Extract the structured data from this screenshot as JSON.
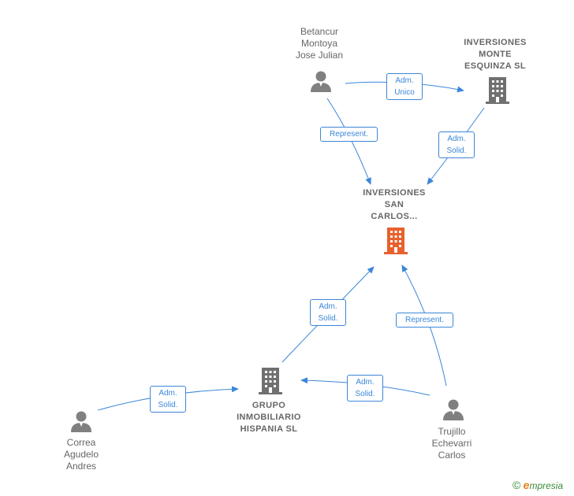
{
  "colors": {
    "edge": "#3b87d9",
    "person_icon": "#808080",
    "company_icon": "#707070",
    "focus_company_icon": "#e8602c",
    "label_text": "#666666"
  },
  "nodes": {
    "betancur": {
      "type": "person",
      "lines": [
        "Betancur",
        "Montoya",
        "Jose Julian"
      ]
    },
    "monte_esquinza": {
      "type": "company",
      "lines": [
        "INVERSIONES",
        "MONTE",
        "ESQUINZA  SL"
      ]
    },
    "san_carlos": {
      "type": "company-focus",
      "lines": [
        "INVERSIONES",
        "SAN",
        "CARLOS..."
      ]
    },
    "grupo": {
      "type": "company",
      "lines": [
        "GRUPO",
        "INMOBILIARIO",
        "HISPANIA  SL"
      ]
    },
    "correa": {
      "type": "person",
      "lines": [
        "Correa",
        "Agudelo",
        "Andres"
      ]
    },
    "trujillo": {
      "type": "person",
      "lines": [
        "Trujillo",
        "Echevarri",
        "Carlos"
      ]
    }
  },
  "edges": {
    "betancur_monte": {
      "lines": [
        "Adm.",
        "Unico"
      ]
    },
    "betancur_sancarlos": {
      "lines": [
        "Represent."
      ]
    },
    "monte_sancarlos": {
      "lines": [
        "Adm.",
        "Solid."
      ]
    },
    "grupo_sancarlos": {
      "lines": [
        "Adm.",
        "Solid."
      ]
    },
    "trujillo_sancarlos": {
      "lines": [
        "Represent."
      ]
    },
    "trujillo_grupo": {
      "lines": [
        "Adm.",
        "Solid."
      ]
    },
    "correa_grupo": {
      "lines": [
        "Adm.",
        "Solid."
      ]
    }
  },
  "brand": {
    "copyright": "©",
    "initial": "e",
    "rest": "mpresia"
  }
}
